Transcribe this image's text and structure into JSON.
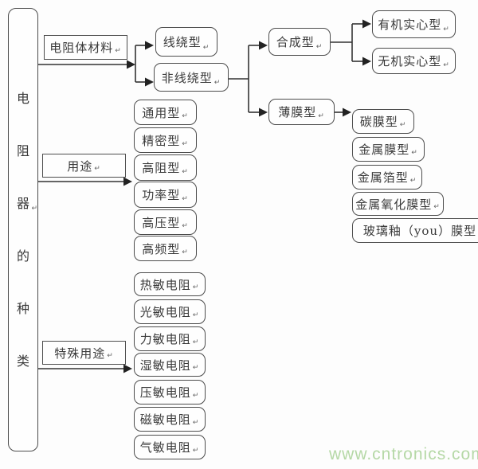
{
  "diagram": {
    "root": {
      "label": "电阻器的种类",
      "chars": [
        "电",
        "阻",
        "器",
        "的",
        "种",
        "类"
      ]
    },
    "branches": [
      {
        "label": "电阻体材料",
        "children": [
          {
            "label": "线绕型"
          },
          {
            "label": "非线绕型",
            "children": [
              {
                "label": "合成型",
                "children": [
                  {
                    "label": "有机实心型"
                  },
                  {
                    "label": "无机实心型"
                  }
                ]
              },
              {
                "label": "薄膜型",
                "children": [
                  {
                    "label": "碳膜型"
                  },
                  {
                    "label": "金属膜型"
                  },
                  {
                    "label": "金属箔型"
                  },
                  {
                    "label": "金属氧化膜型"
                  },
                  {
                    "label": "玻璃釉（you）膜型"
                  }
                ]
              }
            ]
          }
        ]
      },
      {
        "label": "用途",
        "children": [
          {
            "label": "通用型"
          },
          {
            "label": "精密型"
          },
          {
            "label": "高阻型"
          },
          {
            "label": "功率型"
          },
          {
            "label": "高压型"
          },
          {
            "label": "高频型"
          }
        ]
      },
      {
        "label": "特殊用途",
        "children": [
          {
            "label": "热敏电阻"
          },
          {
            "label": "光敏电阻"
          },
          {
            "label": "力敏电阻"
          },
          {
            "label": "湿敏电阻"
          },
          {
            "label": "压敏电阻"
          },
          {
            "label": "磁敏电阻"
          },
          {
            "label": "气敏电阻"
          }
        ]
      }
    ]
  },
  "return_mark": "↵",
  "watermark": {
    "text": "www.cntronics.com",
    "color": "#b5d8a6"
  },
  "colors": {
    "line": "#333333",
    "box_border": "#4d4d4d",
    "text": "#3a3a3a"
  }
}
